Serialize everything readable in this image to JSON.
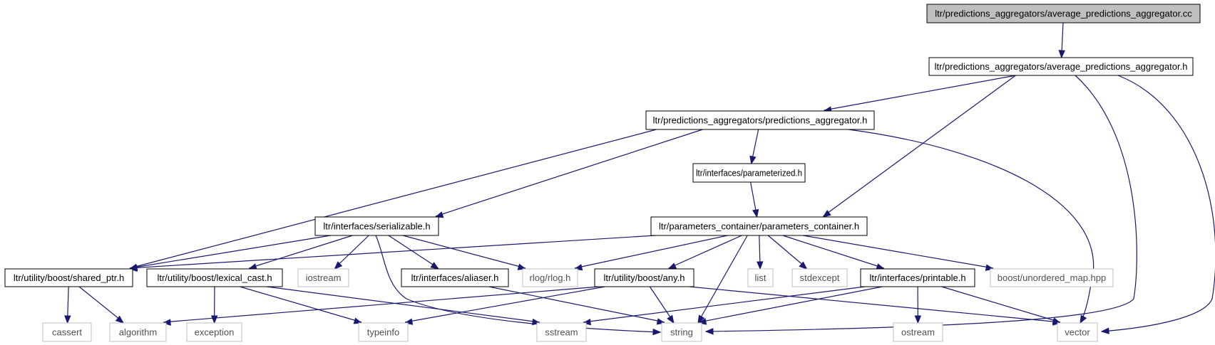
{
  "colors": {
    "edge": "#191970",
    "root_fill": "#bfbfbf",
    "local_border": "#000000",
    "external_border": "#bfbfbf",
    "background": "#ffffff"
  },
  "nodes": [
    {
      "id": "avg_cc",
      "label": "ltr/predictions_aggregators/average_predictions_aggregator.cc",
      "kind": "root"
    },
    {
      "id": "avg_h",
      "label": "ltr/predictions_aggregators/average_predictions_aggregator.h",
      "kind": "local"
    },
    {
      "id": "pred_h",
      "label": "ltr/predictions_aggregators/predictions_aggregator.h",
      "kind": "local"
    },
    {
      "id": "param_h",
      "label": "ltr/interfaces/parameterized.h",
      "kind": "local"
    },
    {
      "id": "ser_h",
      "label": "ltr/interfaces/serializable.h",
      "kind": "local"
    },
    {
      "id": "pc_h",
      "label": "ltr/parameters_container/parameters_container.h",
      "kind": "local"
    },
    {
      "id": "sp_h",
      "label": "ltr/utility/boost/shared_ptr.h",
      "kind": "local"
    },
    {
      "id": "lc_h",
      "label": "ltr/utility/boost/lexical_cast.h",
      "kind": "local"
    },
    {
      "id": "iostream",
      "label": "iostream",
      "kind": "external"
    },
    {
      "id": "alias_h",
      "label": "ltr/interfaces/aliaser.h",
      "kind": "local"
    },
    {
      "id": "rlog",
      "label": "rlog/rlog.h",
      "kind": "external"
    },
    {
      "id": "any_h",
      "label": "ltr/utility/boost/any.h",
      "kind": "local"
    },
    {
      "id": "list",
      "label": "list",
      "kind": "external"
    },
    {
      "id": "stdexcept",
      "label": "stdexcept",
      "kind": "external"
    },
    {
      "id": "print_h",
      "label": "ltr/interfaces/printable.h",
      "kind": "local"
    },
    {
      "id": "umap",
      "label": "boost/unordered_map.hpp",
      "kind": "external"
    },
    {
      "id": "cassert",
      "label": "cassert",
      "kind": "external"
    },
    {
      "id": "algorithm",
      "label": "algorithm",
      "kind": "external"
    },
    {
      "id": "exception",
      "label": "exception",
      "kind": "external"
    },
    {
      "id": "typeinfo",
      "label": "typeinfo",
      "kind": "external"
    },
    {
      "id": "sstream",
      "label": "sstream",
      "kind": "external"
    },
    {
      "id": "string",
      "label": "string",
      "kind": "external"
    },
    {
      "id": "ostream",
      "label": "ostream",
      "kind": "external"
    },
    {
      "id": "vector",
      "label": "vector",
      "kind": "external"
    }
  ],
  "edges": [
    {
      "from": "avg_cc",
      "to": "avg_h"
    },
    {
      "from": "avg_h",
      "to": "pred_h"
    },
    {
      "from": "avg_h",
      "to": "pc_h"
    },
    {
      "from": "avg_h",
      "to": "string"
    },
    {
      "from": "avg_h",
      "to": "vector"
    },
    {
      "from": "pred_h",
      "to": "param_h"
    },
    {
      "from": "pred_h",
      "to": "ser_h"
    },
    {
      "from": "pred_h",
      "to": "sp_h"
    },
    {
      "from": "pred_h",
      "to": "vector"
    },
    {
      "from": "param_h",
      "to": "pc_h"
    },
    {
      "from": "ser_h",
      "to": "sp_h"
    },
    {
      "from": "ser_h",
      "to": "lc_h"
    },
    {
      "from": "ser_h",
      "to": "iostream"
    },
    {
      "from": "ser_h",
      "to": "alias_h"
    },
    {
      "from": "ser_h",
      "to": "rlog"
    },
    {
      "from": "ser_h",
      "to": "string"
    },
    {
      "from": "pc_h",
      "to": "sp_h"
    },
    {
      "from": "pc_h",
      "to": "rlog"
    },
    {
      "from": "pc_h",
      "to": "any_h"
    },
    {
      "from": "pc_h",
      "to": "string"
    },
    {
      "from": "pc_h",
      "to": "list"
    },
    {
      "from": "pc_h",
      "to": "stdexcept"
    },
    {
      "from": "pc_h",
      "to": "print_h"
    },
    {
      "from": "pc_h",
      "to": "umap"
    },
    {
      "from": "sp_h",
      "to": "cassert"
    },
    {
      "from": "sp_h",
      "to": "algorithm"
    },
    {
      "from": "lc_h",
      "to": "exception"
    },
    {
      "from": "lc_h",
      "to": "typeinfo"
    },
    {
      "from": "lc_h",
      "to": "sstream"
    },
    {
      "from": "alias_h",
      "to": "string"
    },
    {
      "from": "any_h",
      "to": "algorithm"
    },
    {
      "from": "any_h",
      "to": "typeinfo"
    },
    {
      "from": "any_h",
      "to": "string"
    },
    {
      "from": "any_h",
      "to": "vector"
    },
    {
      "from": "print_h",
      "to": "sstream"
    },
    {
      "from": "print_h",
      "to": "string"
    },
    {
      "from": "print_h",
      "to": "ostream"
    },
    {
      "from": "print_h",
      "to": "vector"
    }
  ]
}
